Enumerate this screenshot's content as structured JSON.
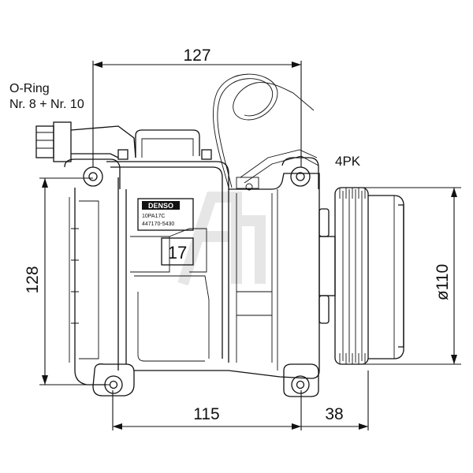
{
  "dimensions": {
    "top_width": "127",
    "height_left": "128",
    "bottom_width": "115",
    "pulley_offset": "38",
    "pulley_diameter": "ø110"
  },
  "labels": {
    "oring_line1": "O-Ring",
    "oring_line2": "Nr. 8 + Nr. 10",
    "belt": "4PK",
    "number_plate": "17"
  },
  "nameplate": {
    "brand": "DENSO",
    "model": "10PA17C",
    "part_no": "447170-5430"
  },
  "watermark_color": "#d8d8d8"
}
